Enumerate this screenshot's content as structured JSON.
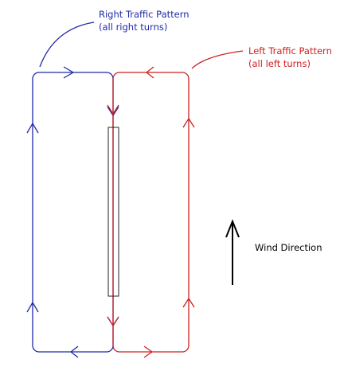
{
  "colors": {
    "right_pattern": "#1f2aa8",
    "left_pattern": "#cc2222",
    "runway": "#222222",
    "wind": "#000000",
    "background": "#ffffff"
  },
  "right_pattern": {
    "title": "Right Traffic Pattern",
    "subtitle": "(all right turns)"
  },
  "left_pattern": {
    "title": "Left Traffic Pattern",
    "subtitle": "(all left turns)"
  },
  "wind": {
    "label": "Wind Direction",
    "arrow_icon": "up-arrow-icon"
  }
}
